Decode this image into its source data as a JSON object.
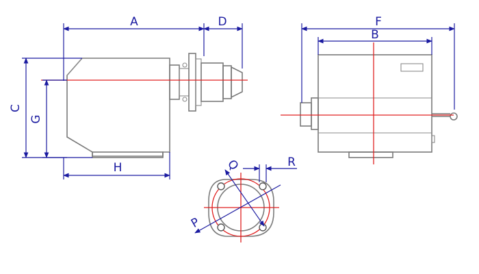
{
  "labels": {
    "A": "A",
    "B": "B",
    "C": "C",
    "D": "D",
    "F": "F",
    "G": "G",
    "H": "H",
    "P": "P",
    "Q": "Q",
    "R": "R"
  },
  "colors": {
    "outline": "#7a7a7a",
    "centerline": "#e02020",
    "dimension": "#1a1aa0"
  }
}
